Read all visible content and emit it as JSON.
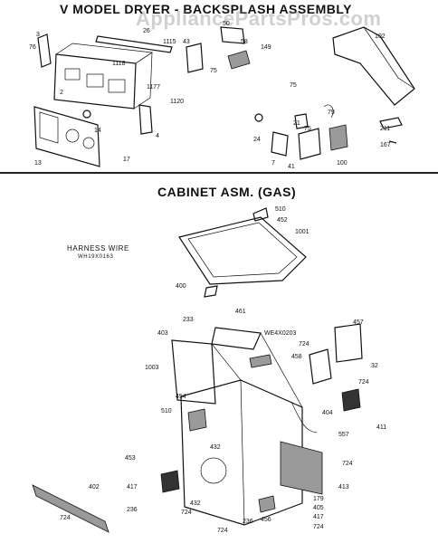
{
  "header": {
    "title": "V MODEL DRYER - BACKSPLASH ASSEMBLY",
    "watermark": "AppliancePartsPros.com"
  },
  "section2": {
    "title": "CABINET ASM. (GAS)",
    "harness_label": "HARNESS WIRE",
    "harness_code": "WH19X0163"
  },
  "backsplash_labels": [
    "76",
    "3",
    "26",
    "1118",
    "1115",
    "43",
    "50",
    "58",
    "149",
    "102",
    "2",
    "1177",
    "1120",
    "75",
    "75",
    "79",
    "14",
    "4",
    "24",
    "21",
    "75",
    "211",
    "13",
    "17",
    "7",
    "41",
    "100",
    "167"
  ],
  "cabinet_labels": [
    "510",
    "452",
    "1001",
    "400",
    "233",
    "461",
    "457",
    "403",
    "WE4X0203",
    "724",
    "458",
    "32",
    "1003",
    "724",
    "454",
    "510",
    "404",
    "411",
    "432",
    "557",
    "724",
    "453",
    "402",
    "417",
    "236",
    "724",
    "432",
    "724",
    "413",
    "179",
    "405",
    "417",
    "724",
    "236",
    "456",
    "724"
  ],
  "colors": {
    "ink": "#111111",
    "watermark": "#9a9a9a"
  }
}
